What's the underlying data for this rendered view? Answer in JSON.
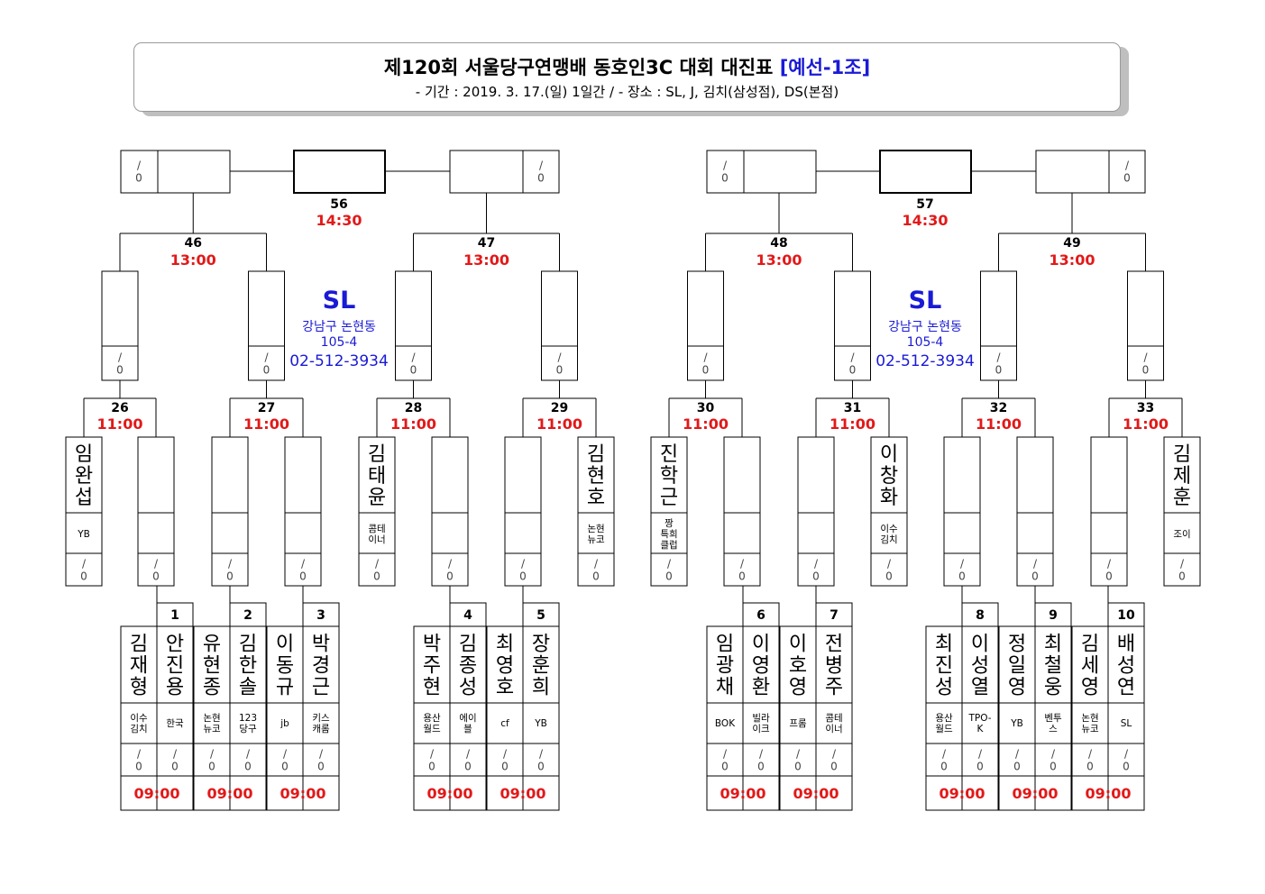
{
  "header": {
    "title_main": "제120회 서울당구연맹배 동호인3C 대회 대진표",
    "title_group": "[예선-1조]",
    "subtitle": "-  기간 : 2019. 3. 17.(일)  1일간  /  -  장소 : SL, J, 김치(삼성점), DS(본점)"
  },
  "score_placeholder": "/\n0",
  "venues": [
    {
      "name": "SL",
      "address_1": "강남구 논현동",
      "address_2": "105-4",
      "phone": "02-512-3934"
    },
    {
      "name": "SL",
      "address_1": "강남구 논현동",
      "address_2": "105-4",
      "phone": "02-512-3934"
    }
  ],
  "matches": {
    "round1": [
      {
        "no": "1",
        "time": "09:00"
      },
      {
        "no": "2",
        "time": "09:00"
      },
      {
        "no": "3",
        "time": "09:00"
      },
      {
        "no": "4",
        "time": "09:00"
      },
      {
        "no": "5",
        "time": "09:00"
      },
      {
        "no": "6",
        "time": "09:00"
      },
      {
        "no": "7",
        "time": "09:00"
      },
      {
        "no": "8",
        "time": "09:00"
      },
      {
        "no": "9",
        "time": "09:00"
      },
      {
        "no": "10",
        "time": "09:00"
      }
    ],
    "round2": [
      {
        "no": "26",
        "time": "11:00"
      },
      {
        "no": "27",
        "time": "11:00"
      },
      {
        "no": "28",
        "time": "11:00"
      },
      {
        "no": "29",
        "time": "11:00"
      },
      {
        "no": "30",
        "time": "11:00"
      },
      {
        "no": "31",
        "time": "11:00"
      },
      {
        "no": "32",
        "time": "11:00"
      },
      {
        "no": "33",
        "time": "11:00"
      }
    ],
    "round3": [
      {
        "no": "46",
        "time": "13:00"
      },
      {
        "no": "47",
        "time": "13:00"
      },
      {
        "no": "48",
        "time": "13:00"
      },
      {
        "no": "49",
        "time": "13:00"
      }
    ],
    "final": [
      {
        "no": "56",
        "time": "14:30"
      },
      {
        "no": "57",
        "time": "14:30"
      }
    ]
  },
  "seeded_players": [
    {
      "name": "임완섭",
      "club": "YB"
    },
    {
      "name": "김태윤",
      "club": "콤테\n이너"
    },
    {
      "name": "김현호",
      "club": "논현\n뉴코"
    },
    {
      "name": "진학근",
      "club": "짱\n특희\n클럽"
    },
    {
      "name": "이창화",
      "club": "이수\n김치"
    },
    {
      "name": "김제훈",
      "club": "조이"
    }
  ],
  "first_round_players": [
    {
      "name": "김재형",
      "club": "이수\n김치"
    },
    {
      "name": "안진용",
      "club": "한국"
    },
    {
      "name": "유현종",
      "club": "논현\n뉴코"
    },
    {
      "name": "김한솔",
      "club": "123\n당구"
    },
    {
      "name": "이동규",
      "club": "jb"
    },
    {
      "name": "박경근",
      "club": "키스\n캐롬"
    },
    {
      "name": "박주현",
      "club": "용산\n월드"
    },
    {
      "name": "김종성",
      "club": "에이\n블"
    },
    {
      "name": "최영호",
      "club": "cf"
    },
    {
      "name": "장훈희",
      "club": "YB"
    },
    {
      "name": "임광채",
      "club": "BOK"
    },
    {
      "name": "이영환",
      "club": "빌라\n이크"
    },
    {
      "name": "이호영",
      "club": "프롬"
    },
    {
      "name": "전병주",
      "club": "콤테\n이너"
    },
    {
      "name": "최진성",
      "club": "용산\n월드"
    },
    {
      "name": "이성열",
      "club": "TPO-\nK"
    },
    {
      "name": "정일영",
      "club": "YB"
    },
    {
      "name": "최철웅",
      "club": "벤투\n스"
    },
    {
      "name": "김세영",
      "club": "논현\n뉴코"
    },
    {
      "name": "배성연",
      "club": "SL"
    }
  ]
}
